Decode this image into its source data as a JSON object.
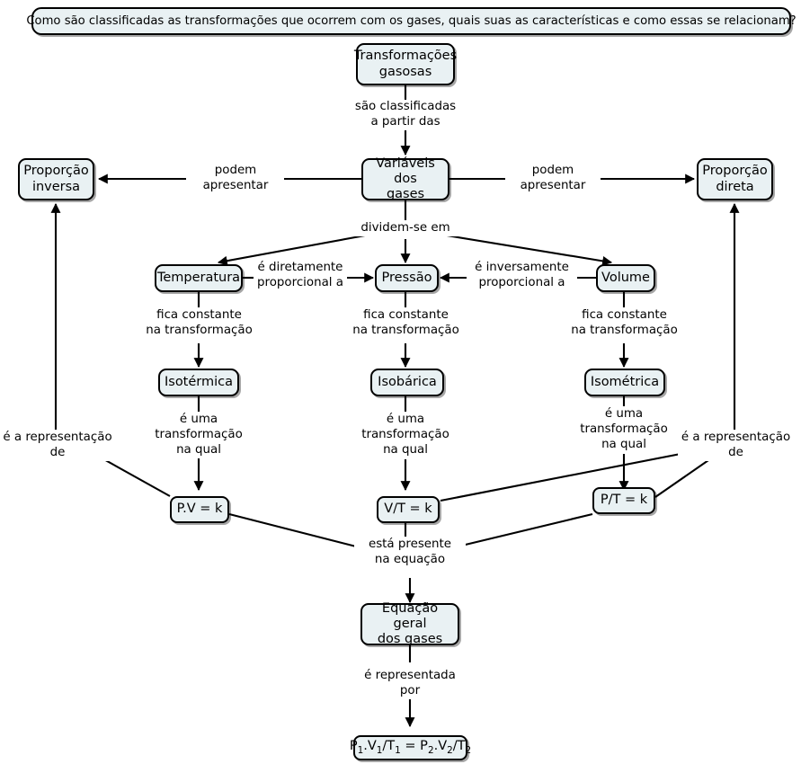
{
  "title": "Mapa conceitual - Transformacoes gasosas",
  "colors": {
    "node_fill": "#e9f1f3",
    "node_border": "#000000",
    "edge": "#000000",
    "background": "#ffffff",
    "text": "#000000"
  },
  "question": {
    "text": "Como são classificadas as transformações que ocorrem com os gases, quais suas as características e como essas se relacionam?"
  },
  "nodes": {
    "root": "Transformações\ngasosas",
    "variaveis": "Variáveis dos\ngases",
    "proporcao_inversa": "Proporção\ninversa",
    "proporcao_direta": "Proporção\ndireta",
    "temperatura": "Temperatura",
    "pressao": "Pressão",
    "volume": "Volume",
    "isotermica": "Isotérmica",
    "isobarica": "Isobárica",
    "isometrica": "Isométrica",
    "eq_pv": "P.V = k",
    "eq_vt": "V/T = k",
    "eq_pt": "P/T = k",
    "equacao_geral": "Equação geral\ndos gases",
    "formula_geral_p1": "P",
    "formula_geral_s1": "1",
    "formula_geral_p2": ".V",
    "formula_geral_s2": "1",
    "formula_geral_p3": "/T",
    "formula_geral_s3": "1",
    "formula_geral_p4": " = P",
    "formula_geral_s4": "2",
    "formula_geral_p5": ".V",
    "formula_geral_s5": "2",
    "formula_geral_p6": "/T",
    "formula_geral_s6": "2"
  },
  "link_labels": {
    "sao_classificadas": "são classificadas\na partir das",
    "podem_apresentar_esq": "podem\napresentar",
    "podem_apresentar_dir": "podem\napresentar",
    "dividem_se_em": "dividem-se em",
    "diretamente_proporcional": "é diretamente\nproporcional a",
    "inversamente_proporcional": "é inversamente\nproporcional a",
    "fica_constante_temp": "fica constante\nna transformação",
    "fica_constante_pres": "fica constante\nna transformação",
    "fica_constante_vol": "fica constante\nna transformação",
    "e_uma_transformacao_iso": "é uma\ntransformação\nna qual",
    "e_uma_transformacao_isob": "é uma\ntransformação\nna qual",
    "e_uma_transformacao_isom": "é uma\ntransformação\nna qual",
    "representacao_esq": "é a representação\nde",
    "representacao_dir": "é a representação\nde",
    "esta_presente": "está presente\nna equação",
    "e_representada_por": "é representada\npor"
  }
}
